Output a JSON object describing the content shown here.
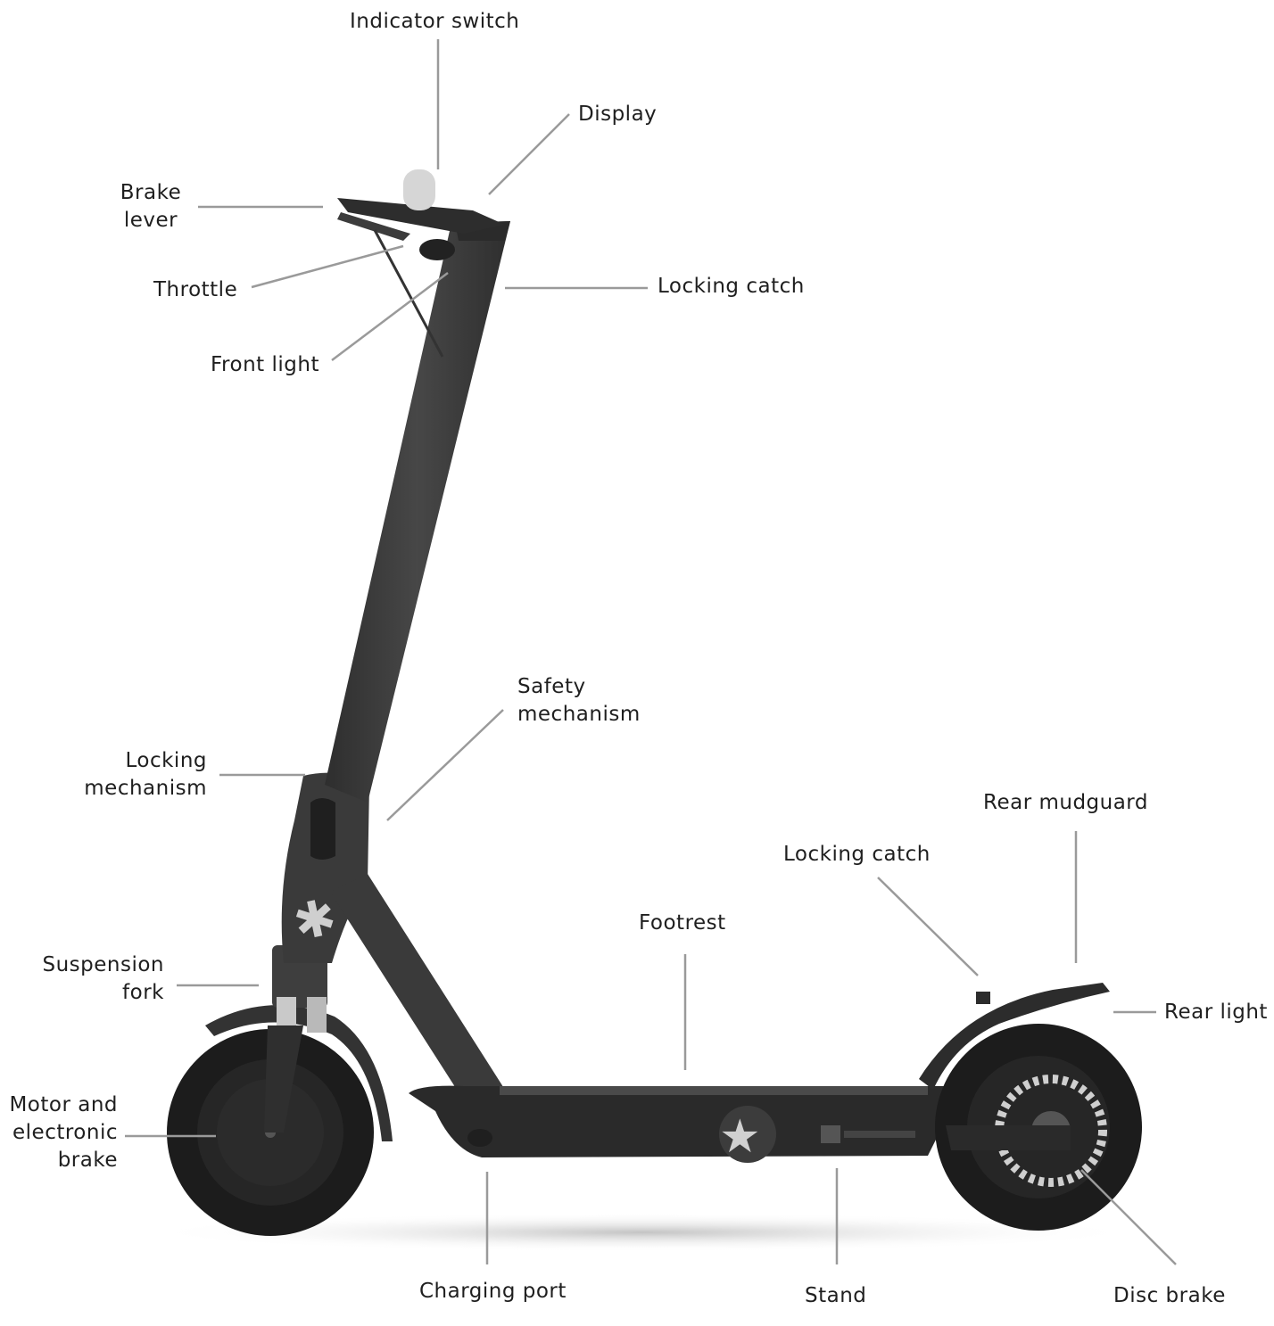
{
  "diagram": {
    "labels": {
      "indicator_switch": "Indicator switch",
      "display": "Display",
      "brake_lever": [
        "Brake",
        "lever"
      ],
      "throttle": "Throttle",
      "locking_catch_top": "Locking catch",
      "front_light": "Front light",
      "safety_mechanism": [
        "Safety",
        "mechanism"
      ],
      "locking_mechanism": [
        "Locking",
        "mechanism"
      ],
      "rear_mudguard": "Rear mudguard",
      "locking_catch_rear": "Locking catch",
      "footrest": "Footrest",
      "suspension_fork": [
        "Suspension",
        "fork"
      ],
      "rear_light": "Rear light",
      "motor_brake": [
        "Motor and",
        "electronic",
        "brake"
      ],
      "charging_port": "Charging port",
      "stand": "Stand",
      "disc_brake": "Disc brake"
    }
  },
  "colors": {
    "frame": "#3b3b3b",
    "tire": "#1c1c1c",
    "deck": "#2a2a2a",
    "leader_line": "#9a9a9a",
    "text": "#1f1f1f",
    "background": "#ffffff"
  }
}
